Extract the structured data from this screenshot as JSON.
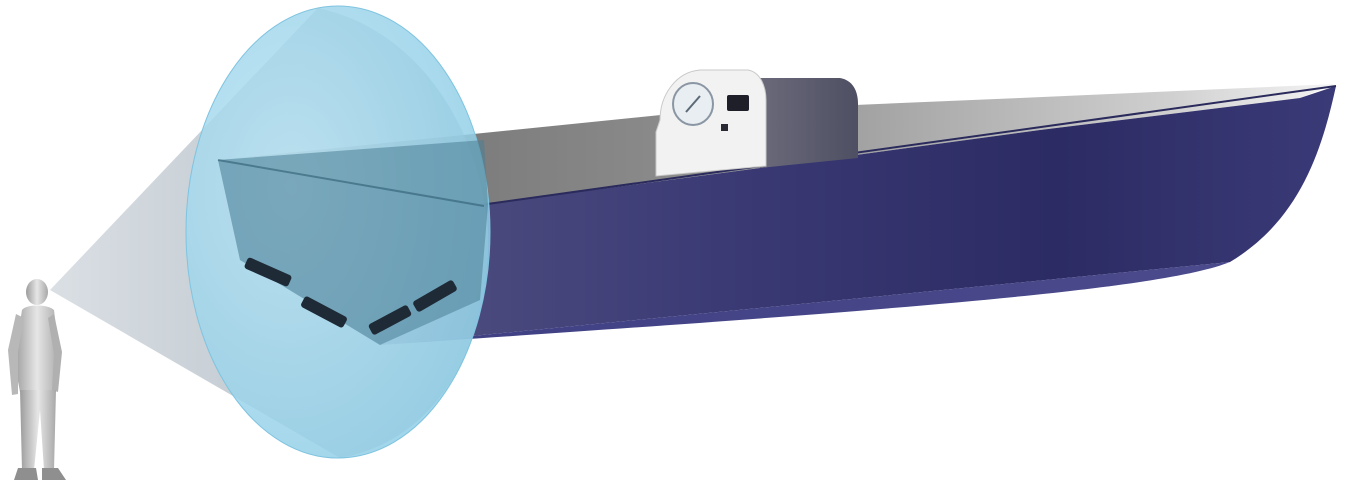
{
  "diagram": {
    "elements": [
      "human-observer",
      "view-cone",
      "vessel-hull",
      "wheelhouse-console",
      "compass-dial",
      "console-display",
      "hull-thrusters"
    ],
    "colors": {
      "background": "#ffffff",
      "hull_dark": "#2e2f6e",
      "hull_mid": "#3f3f82",
      "hull_light": "#55548f",
      "deck_gray": "#9a9a9a",
      "deck_light": "#e8e8e8",
      "cone_blue": "#9fd6ec",
      "cone_edge": "#7fc4e0",
      "console_white": "#f2f2f2",
      "console_slate": "#5a5a6e",
      "thruster": "#1e2a36",
      "figure": "#c8c8c8"
    },
    "thruster_count": 4
  }
}
